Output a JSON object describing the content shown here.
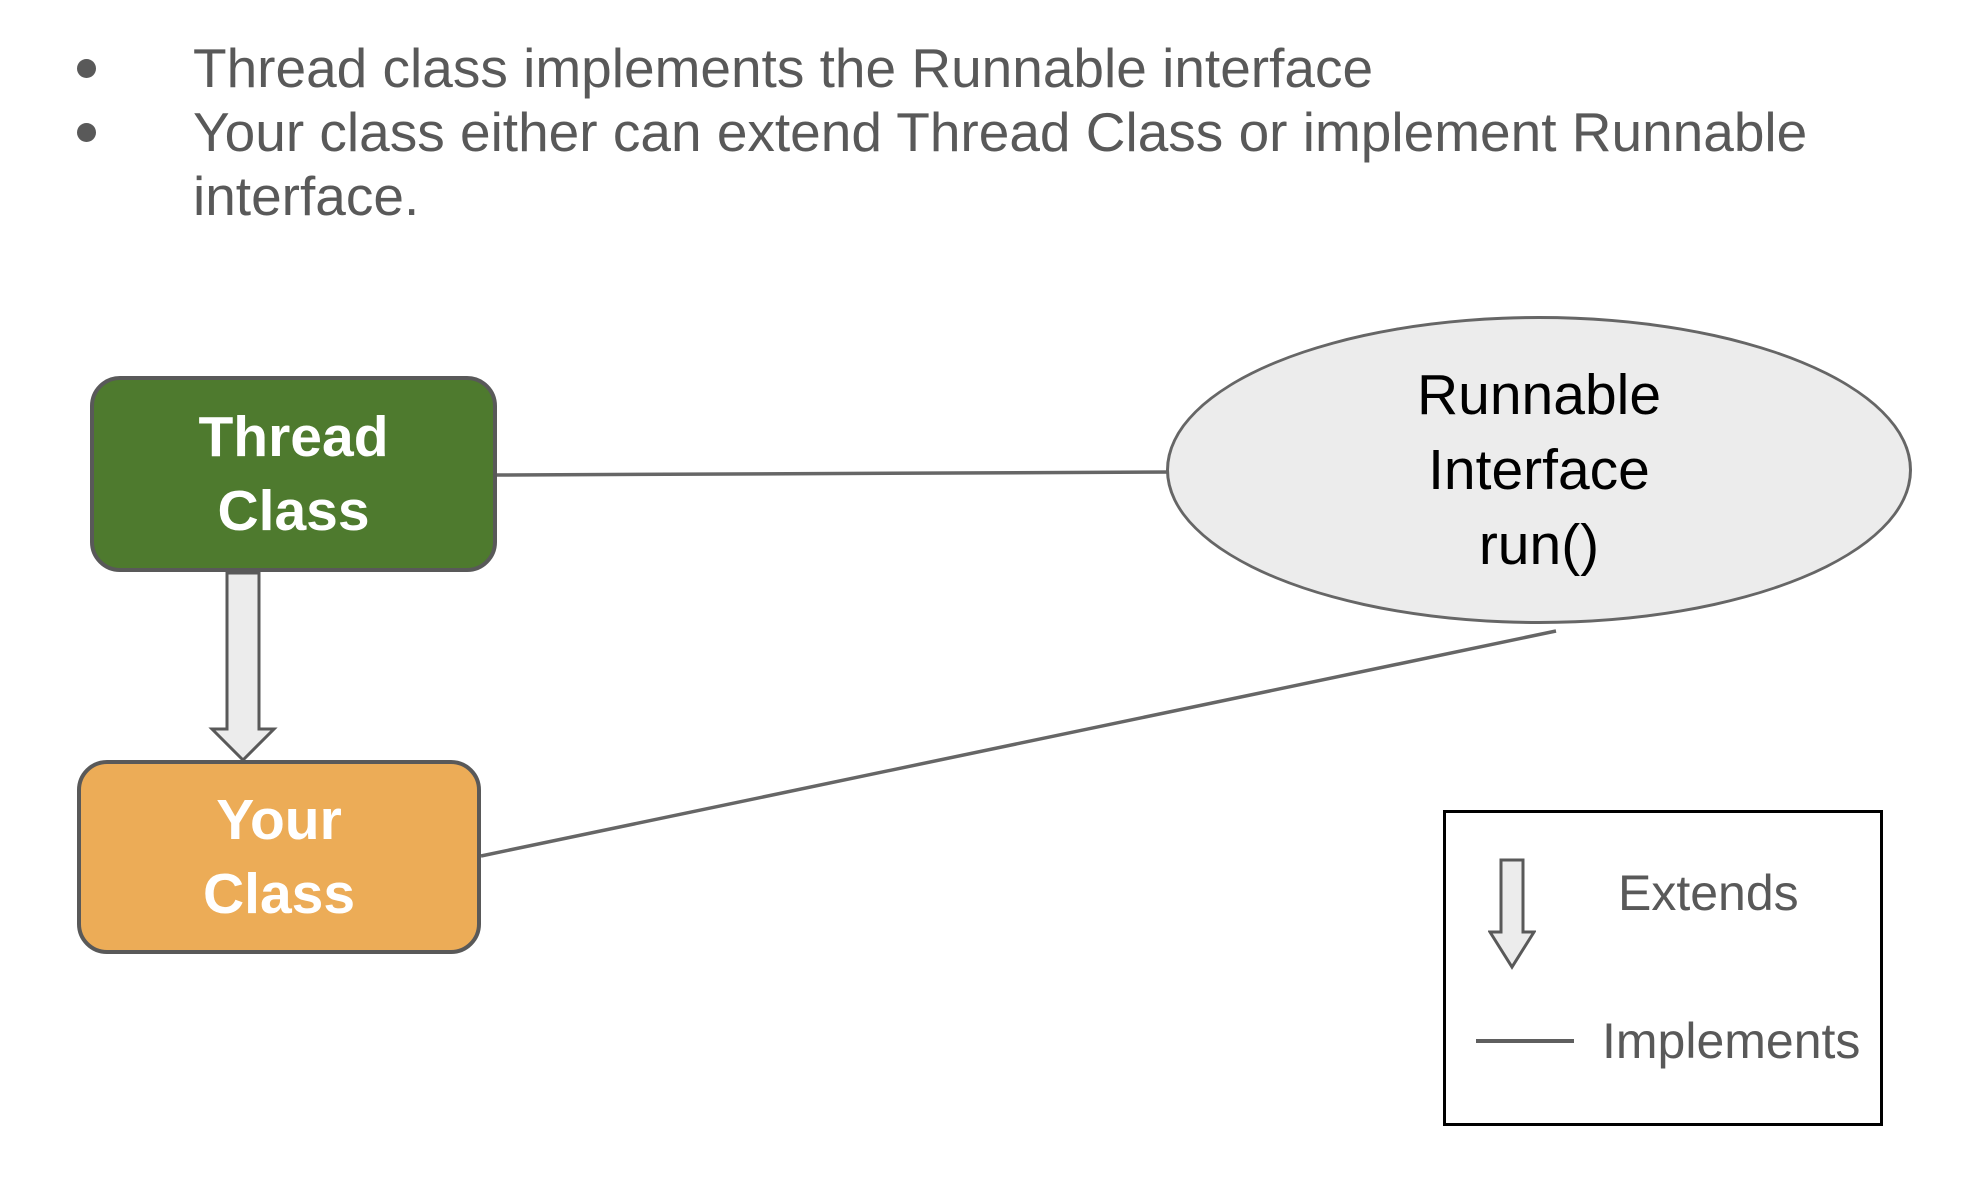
{
  "slide": {
    "background": "#ffffff",
    "bullets": [
      "Thread class implements the Runnable interface",
      "Your class either can extend Thread Class or implement Runnable interface."
    ],
    "bullet_text_color": "#595959"
  },
  "diagram": {
    "thread_box": {
      "line1": "Thread",
      "line2": "Class",
      "fill": "#4e7a2e",
      "text_color": "#ffffff"
    },
    "your_box": {
      "line1": "Your",
      "line2": "Class",
      "fill": "#ecac57",
      "text_color": "#ffffff"
    },
    "runnable_ellipse": {
      "line1": "Runnable",
      "line2": "Interface",
      "line3": "run()",
      "fill": "#ececec",
      "text_color": "#000000"
    },
    "shape_border_color": "#595959",
    "connector_color": "#666666",
    "extends_arrow_fill": "#ececec"
  },
  "legend": {
    "extends_label": "Extends",
    "implements_label": "Implements",
    "border_color": "#000000"
  }
}
